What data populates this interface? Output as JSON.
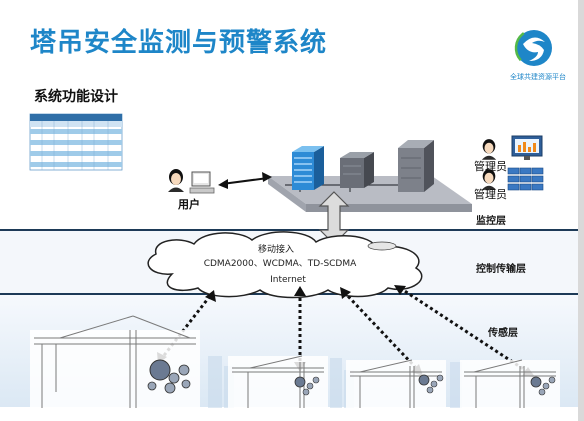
{
  "header": {
    "title": "塔吊安全监测与预警系统",
    "subtitle": "系统功能设计",
    "logo_caption": "全球共建资源平台"
  },
  "diagram": {
    "user_label": "用户",
    "admin_label_1": "管理员",
    "admin_label_2": "管理员",
    "layers": {
      "monitor": "监控层",
      "transmit": "控制传输层",
      "sensor": "传感层"
    },
    "cloud": {
      "line1": "移动接入",
      "line2": "CDMA2000、WCDMA、TD-SCDMA",
      "line3": "Internet"
    },
    "table_title": "操作记录"
  },
  "colors": {
    "title_blue": "#1e86c8",
    "layer_line": "#1d3a57",
    "band_transmit": "#eef3f8",
    "band_sensor": "#dfeaf5"
  }
}
